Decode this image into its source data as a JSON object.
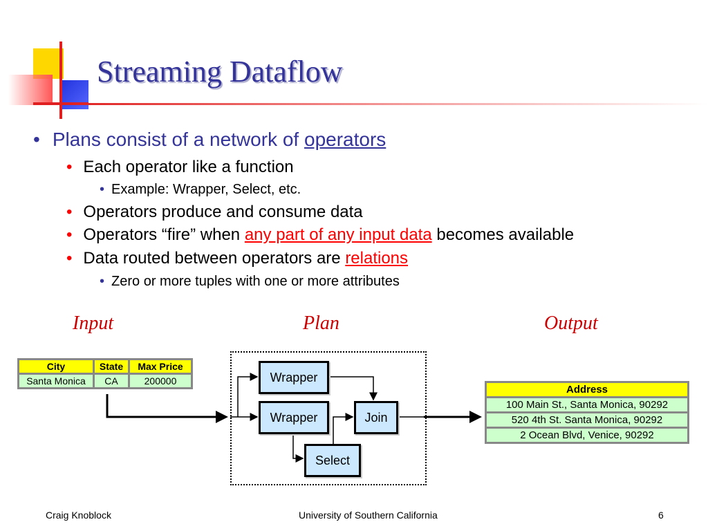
{
  "slide": {
    "title": "Streaming Dataflow",
    "bullets": {
      "b1": {
        "text": "Plans consist of a network of ",
        "link": "operators"
      },
      "b1_1": "Each operator like a function",
      "b1_1_1": "Example: Wrapper, Select, etc.",
      "b1_2": "Operators produce and consume data",
      "b1_3": {
        "before": "Operators “fire” when ",
        "link": "any part of any input data",
        "after": " becomes available"
      },
      "b1_4": {
        "before": "Data routed between operators are ",
        "link": "relations"
      },
      "b1_4_1": "Zero or more tuples with one or more attributes"
    }
  },
  "diagram": {
    "labels": {
      "input": "Input",
      "plan": "Plan",
      "output": "Output"
    },
    "input_table": {
      "headers": [
        "City",
        "State",
        "Max Price"
      ],
      "row": [
        "Santa Monica",
        "CA",
        "200000"
      ]
    },
    "operators": {
      "wrapper_top": "Wrapper",
      "wrapper_bottom": "Wrapper",
      "join": "Join",
      "select": "Select"
    },
    "output_table": {
      "header": "Address",
      "rows": [
        "100 Main St., Santa Monica, 90292",
        "520 4th St. Santa Monica, 90292",
        "2 Ocean Blvd, Venice, 90292"
      ]
    }
  },
  "footer": {
    "author": "Craig Knoblock",
    "institution": "University of Southern California",
    "page": "6"
  },
  "colors": {
    "title": "#333399",
    "accent_red": "#ff0000",
    "header_yellow": "#ffff00",
    "cell_green": "#ccffcc",
    "operator_blue": "#cce8ff"
  }
}
